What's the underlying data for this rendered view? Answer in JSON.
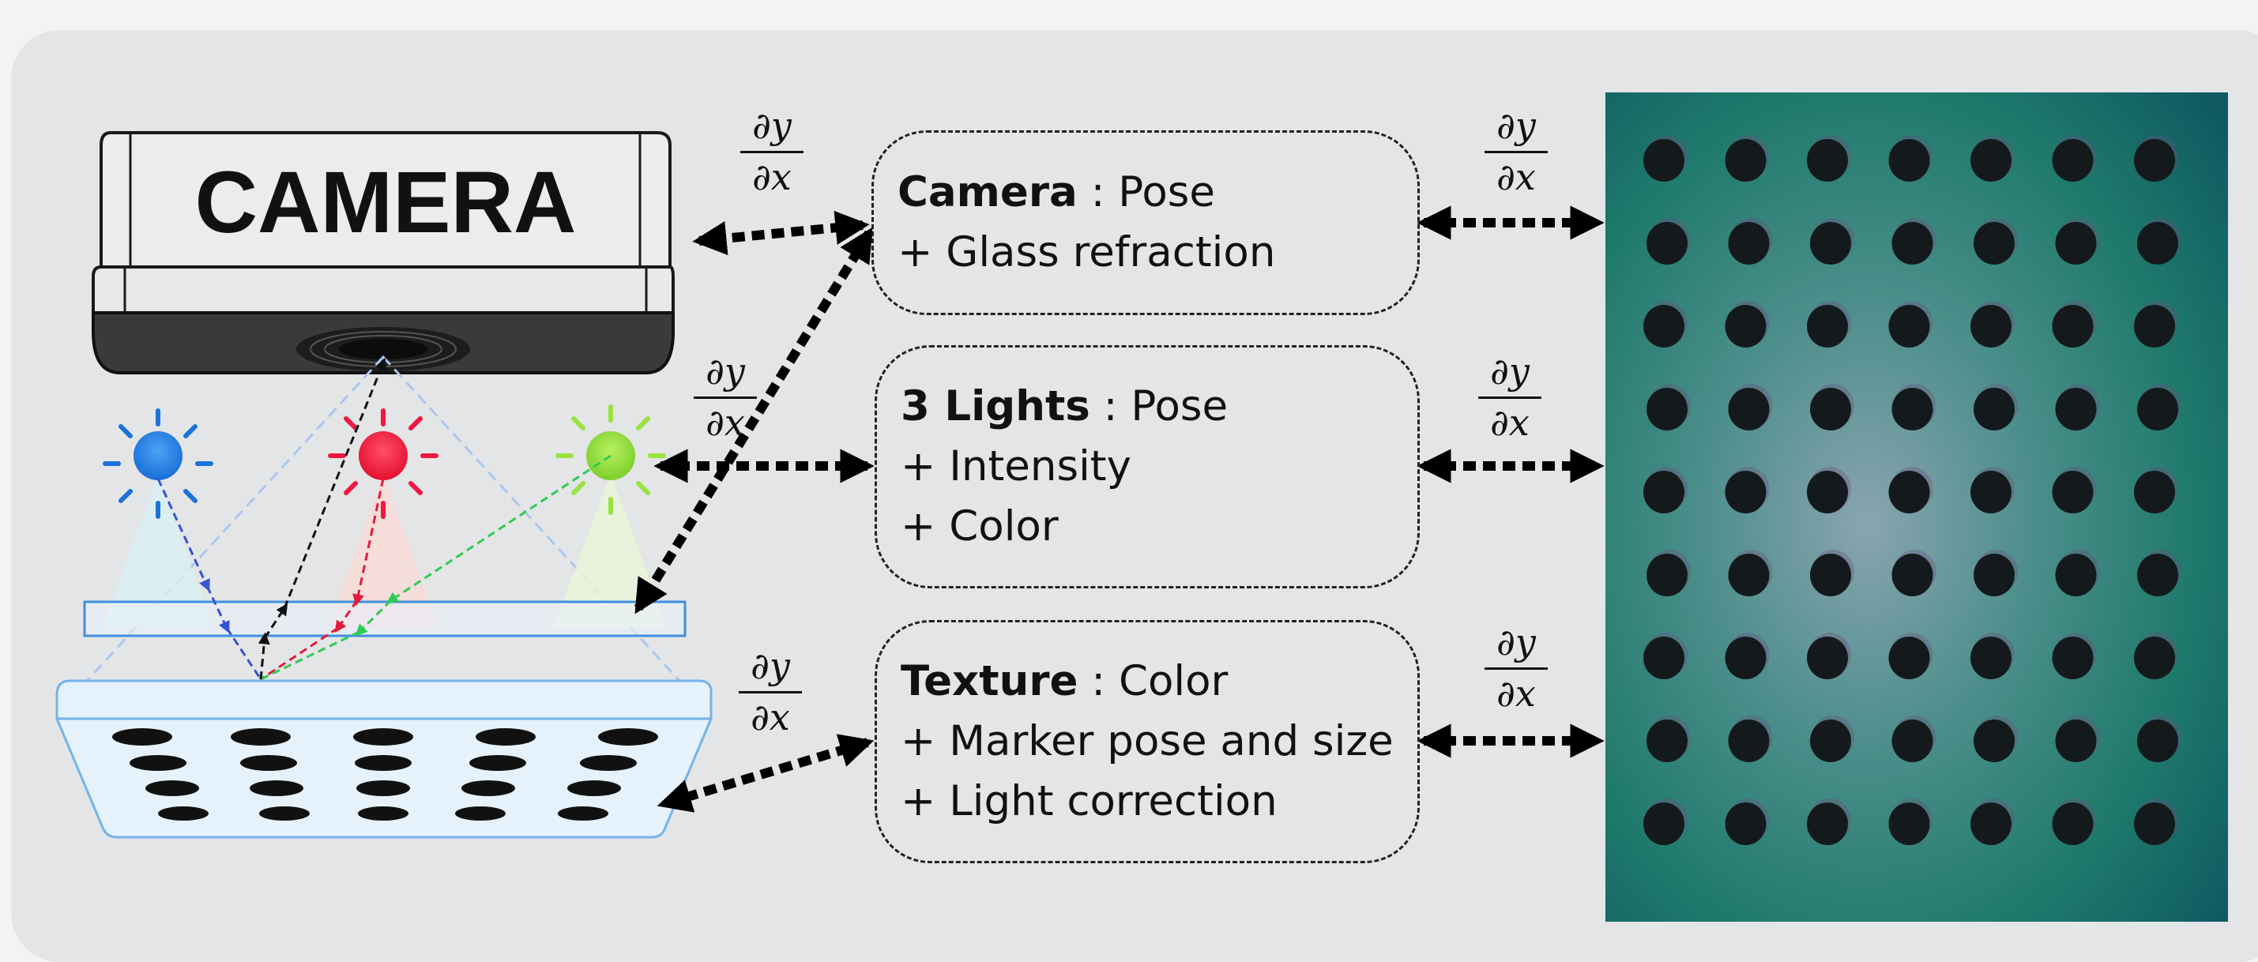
{
  "camera_label": "CAMERA",
  "derivative": {
    "numerator": "∂y",
    "denominator": "∂x"
  },
  "boxes": [
    {
      "title": "Camera",
      "sep": " : Pose",
      "lines": [
        "+ Glass refraction"
      ]
    },
    {
      "title": "3 Lights",
      "sep": " : Pose",
      "lines": [
        "+ Intensity",
        "+ Color"
      ]
    },
    {
      "title": "Texture",
      "sep": " : Color",
      "lines": [
        "+ Marker pose and size",
        "+ Light correction"
      ]
    }
  ],
  "colors": {
    "light_blue": "#1a73d9",
    "light_red": "#ef1840",
    "light_green": "#8fdc3a",
    "ray_black": "#111111",
    "ray_blue": "#3554d1",
    "ray_red": "#e01c3c",
    "ray_green": "#2ecc55",
    "sensor_outline": "#74b3e8"
  }
}
